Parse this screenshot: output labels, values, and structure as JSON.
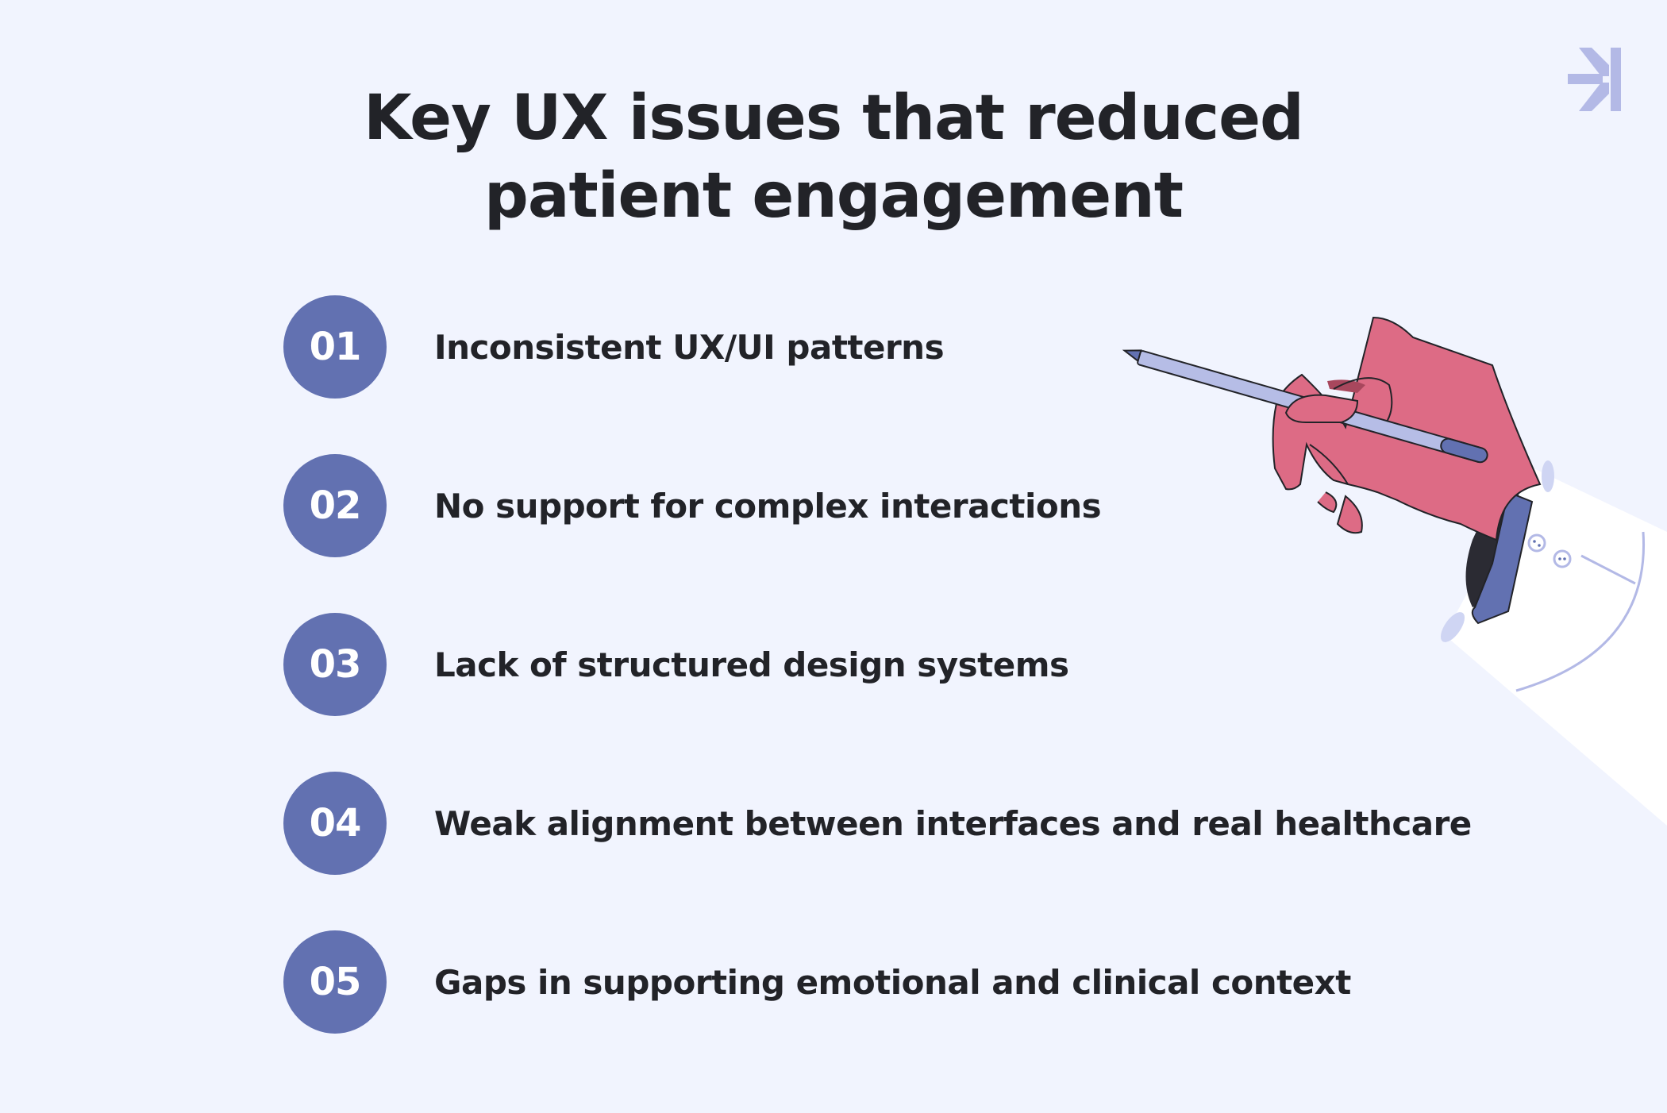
{
  "title": {
    "line1": "Key UX issues that reduced",
    "line2": "patient engagement"
  },
  "items": [
    {
      "number": "01",
      "text": "Inconsistent UX/UI patterns"
    },
    {
      "number": "02",
      "text": "No support for complex interactions"
    },
    {
      "number": "03",
      "text": "Lack of structured design systems"
    },
    {
      "number": "04",
      "text": "Weak alignment between interfaces and real healthcare"
    },
    {
      "number": "05",
      "text": "Gaps in supporting emotional and clinical context"
    }
  ],
  "icons": {
    "logo": "brand-arrow-icon",
    "illustration": "hand-holding-pen-illustration"
  },
  "colors": {
    "background": "#f1f4fe",
    "accent": "#6271b1",
    "text": "#222328",
    "hand": "#dd6b85",
    "pen": "#b6bde6",
    "logo": "#b3b9e6"
  }
}
